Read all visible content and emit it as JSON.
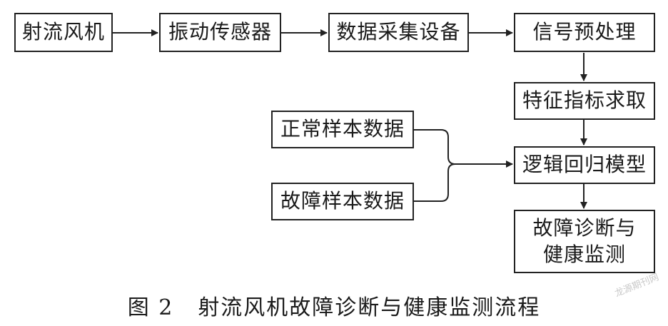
{
  "nodes": {
    "fan": "射流风机",
    "sensor": "振动传感器",
    "daq": "数据采集设备",
    "preprocess": "信号预处理",
    "feature": "特征指标求取",
    "normal": "正常样本数据",
    "fault": "故障样本数据",
    "model": "逻辑回归模型",
    "diagnosis_line1": "故障诊断与",
    "diagnosis_line2": "健康监测"
  },
  "caption": {
    "number": "图 2",
    "title": "射流风机故障诊断与健康监测流程"
  },
  "watermark": "龙源期刊网",
  "colors": {
    "line": "#222222",
    "text": "#1a1a1a"
  }
}
